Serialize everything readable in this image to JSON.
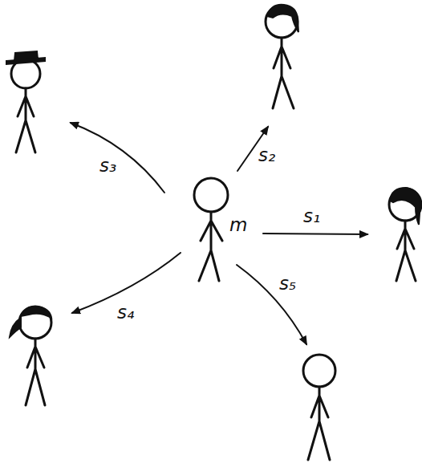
{
  "diagram": {
    "labels": [
      "m",
      "s₁",
      "s₂",
      "s₃",
      "s₄",
      "s₅"
    ]
  }
}
